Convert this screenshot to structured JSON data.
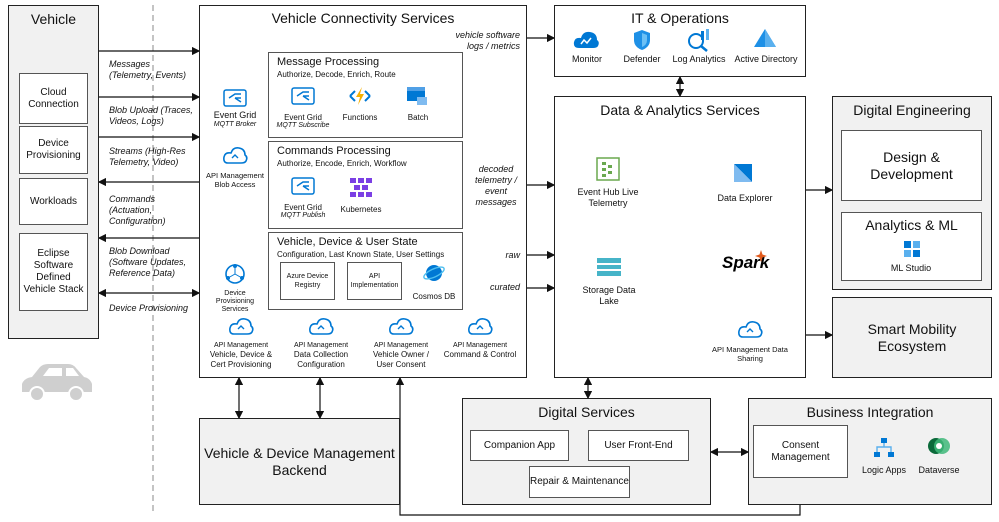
{
  "vehicle": {
    "title": "Vehicle",
    "items": [
      "Cloud Connection",
      "Device Provisioning",
      "Workloads",
      "Eclipse Software Defined Vehicle Stack"
    ]
  },
  "edges_left": {
    "messages": "Messages (Telemetry, Events)",
    "blob_upload": "Blob Upload (Traces, Videos, Logs)",
    "streams": "Streams (High-Res Telemetry, Video)",
    "commands": "Commands (Actuation, Configuration)",
    "blob_download": "Blob Download (Software Updates, Reference Data)",
    "device_provisioning": "Device Provisioning"
  },
  "vcs": {
    "title": "Vehicle Connectivity Services",
    "left_icons": [
      {
        "label": "Event Grid",
        "sub": "MQTT Broker"
      },
      {
        "label": "API Management Blob Access",
        "sub": ""
      },
      {
        "label": "Device Provisioning Services",
        "sub": ""
      }
    ],
    "msg": {
      "title": "Message Processing",
      "desc": "Authorize, Decode, Enrich, Route",
      "items": [
        {
          "label": "Event Grid",
          "sub": "MQTT Subscribe"
        },
        {
          "label": "Functions",
          "sub": ""
        },
        {
          "label": "Batch",
          "sub": ""
        }
      ]
    },
    "cmd": {
      "title": "Commands Processing",
      "desc": "Authorize, Encode, Enrich, Workflow",
      "items": [
        {
          "label": "Event Grid",
          "sub": "MQTT Publish"
        },
        {
          "label": "Kubernetes",
          "sub": ""
        }
      ]
    },
    "state": {
      "title": "Vehicle, Device & User State",
      "desc": "Configuration, Last Known State, User Settings",
      "items": [
        "Azure Device Registry",
        "API Implementation",
        "Cosmos DB"
      ]
    },
    "apis": [
      {
        "top": "API Management",
        "label": "Vehicle, Device & Cert Provisioning"
      },
      {
        "top": "API Management",
        "label": "Data Collection Configuration"
      },
      {
        "top": "API Management",
        "label": "Vehicle Owner / User Consent"
      },
      {
        "top": "API Management",
        "label": "Command & Control"
      }
    ]
  },
  "edges_right": {
    "sw_logs": "vehicle software logs / metrics",
    "decoded": "decoded telemetry / event messages",
    "raw": "raw",
    "curated": "curated"
  },
  "itops": {
    "title": "IT & Operations",
    "items": [
      "Monitor",
      "Defender",
      "Log Analytics",
      "Active Directory"
    ]
  },
  "das": {
    "title": "Data & Analytics Services",
    "eventhub": "Event Hub Live Telemetry",
    "explorer": "Data Explorer",
    "storage": "Storage Data Lake",
    "spark": "Spark",
    "sharing": "API Management Data Sharing"
  },
  "de": {
    "title": "Digital Engineering",
    "design": "Design & Development",
    "analytics": "Analytics & ML",
    "mlstudio": "ML Studio"
  },
  "smart": "Smart Mobility Ecosystem",
  "backend": "Vehicle & Device Management Backend",
  "ds": {
    "title": "Digital Services",
    "items": [
      "Companion App",
      "User Front-End",
      "Repair & Maintenance"
    ]
  },
  "bi": {
    "title": "Business Integration",
    "consent": "Consent Management",
    "logic": "Logic Apps",
    "dataverse": "Dataverse"
  },
  "colors": {
    "azure": "#0078d4",
    "purple": "#7b3fe4",
    "spark": "#e25a1c",
    "grey_bg": "#f1f1f1"
  }
}
